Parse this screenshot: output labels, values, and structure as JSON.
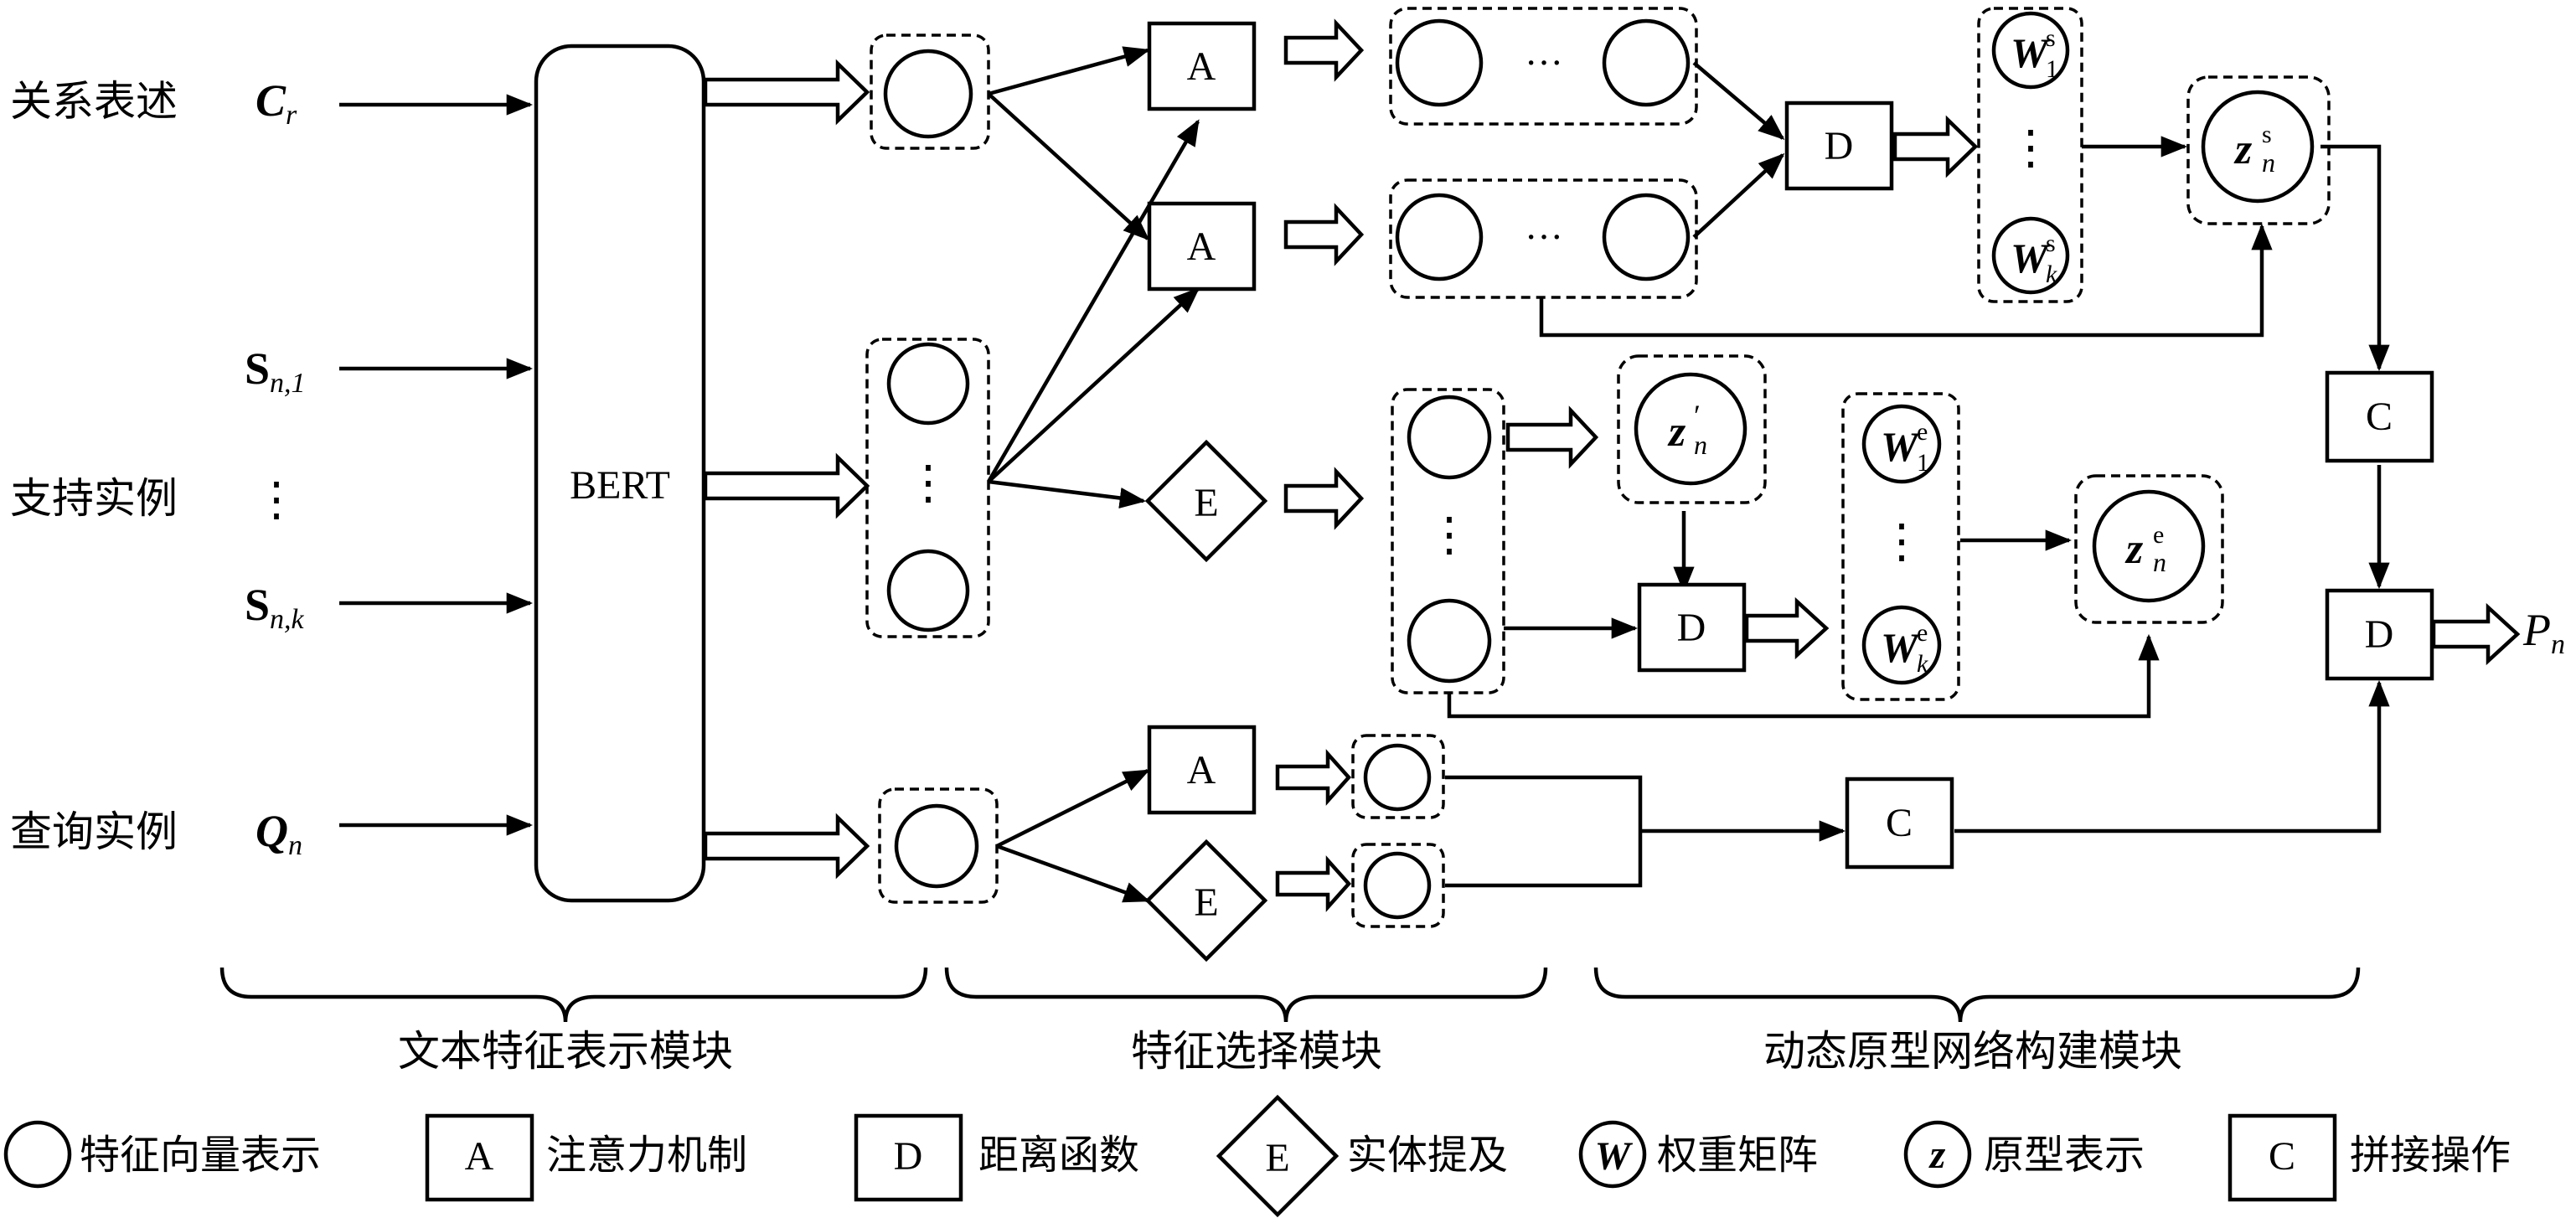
{
  "inputs": {
    "relation_label": "关系表述",
    "relation_var": "C",
    "relation_sub": "r",
    "support_label": "支持实例",
    "support_first_var": "S",
    "support_first_sub": "n,1",
    "support_dots": "⋮",
    "support_last_var": "S",
    "support_last_sub": "n,k",
    "query_label": "查询实例",
    "query_var": "Q",
    "query_sub": "n"
  },
  "encoder": {
    "label": "BERT"
  },
  "ops": {
    "attention": "A",
    "distance": "D",
    "entity": "E",
    "concat": "C"
  },
  "symbols": {
    "ellipsis_h": "···",
    "ellipsis_v": "⋮",
    "weight": "W",
    "weight_sup_s": "s",
    "weight_sup_e": "e",
    "weight_sub_first": "1",
    "weight_sub_last": "k",
    "proto": "z",
    "proto_sub": "n",
    "proto_sup_s": "s",
    "proto_sup_e": "e",
    "proto_prime": "′",
    "output_var": "P",
    "output_sub": "n"
  },
  "modules": [
    "文本特征表示模块",
    "特征选择模块",
    "动态原型网络构建模块"
  ],
  "legend": {
    "feature_vector": "特征向量表示",
    "attention": "注意力机制",
    "distance": "距离函数",
    "entity": "实体提及",
    "weight": "权重矩阵",
    "prototype": "原型表示",
    "concat": "拼接操作"
  }
}
